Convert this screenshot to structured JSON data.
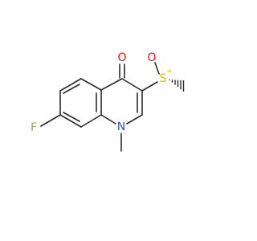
{
  "molecule": {
    "atoms": [
      {
        "id": "O1",
        "label": "O",
        "color": "#ff0d0d"
      },
      {
        "id": "O2",
        "label": "O",
        "color": "#ff0d0d"
      },
      {
        "id": "S",
        "label": "S",
        "color": "#d4c200",
        "charge": "+"
      },
      {
        "id": "F",
        "label": "F",
        "color": "#7fbf3f"
      },
      {
        "id": "N",
        "label": "N",
        "color": "#3050f8"
      }
    ],
    "bond_color": "#2b2b2b"
  }
}
